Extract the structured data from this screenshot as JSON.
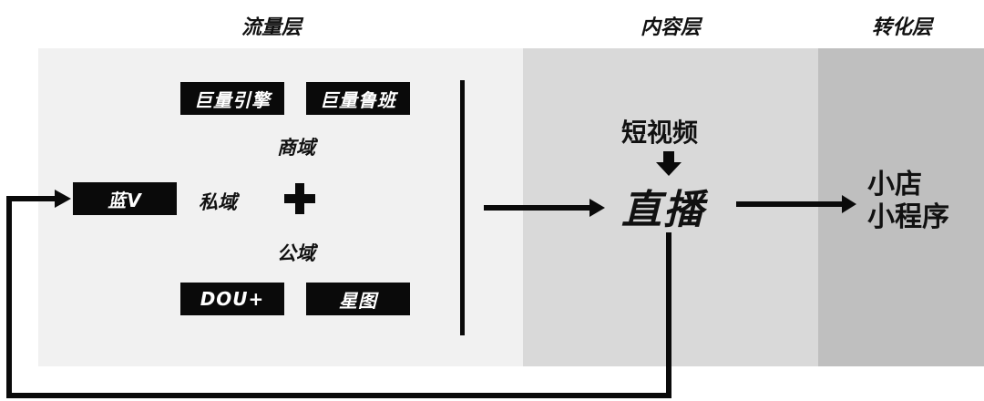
{
  "layers": {
    "traffic": "流量层",
    "content": "内容层",
    "conversion": "转化层"
  },
  "traffic": {
    "tags": {
      "juliang_yinqing": "巨量引擎",
      "juliang_luban": "巨量鲁班",
      "lan_v": "蓝V",
      "dou_plus": "DOU+",
      "xingtu": "星图"
    },
    "labels": {
      "commerce_domain": "商域",
      "private_domain": "私域",
      "public_domain": "公域"
    }
  },
  "content": {
    "short_video": "短视频",
    "livestream": "直播"
  },
  "conversion": {
    "shop": "小店",
    "mini_program": "小程序"
  },
  "colors": {
    "traffic_bg": "#f1f1f1",
    "content_bg": "#d9d9d9",
    "conversion_bg": "#bfbfbf",
    "ink": "#0a0a0a"
  }
}
